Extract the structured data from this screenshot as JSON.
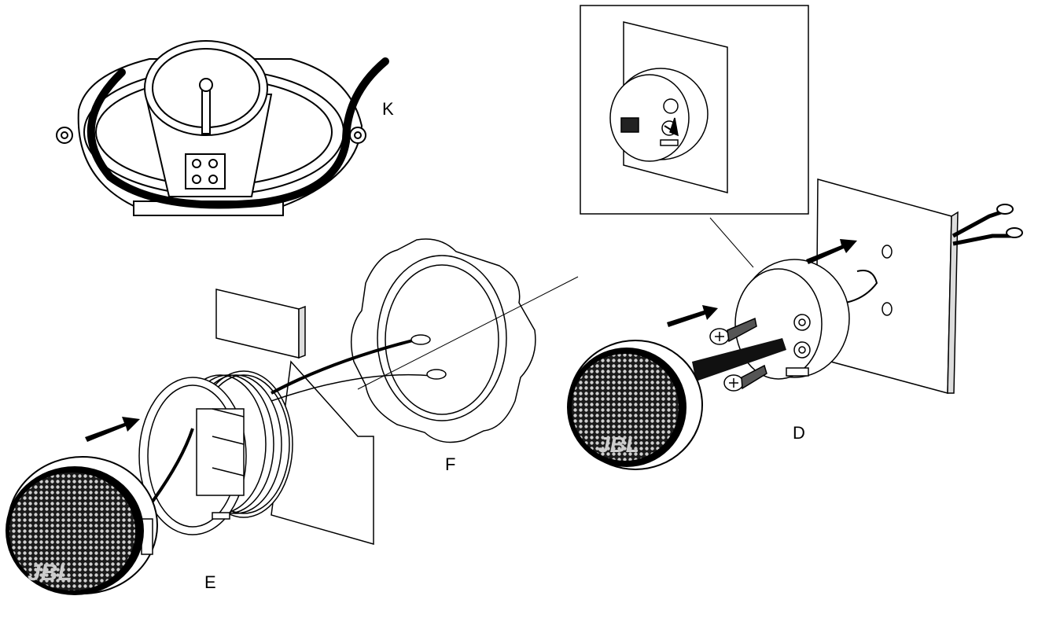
{
  "labels": {
    "k": "K",
    "e": "E",
    "f": "F",
    "d": "D"
  },
  "brand": {
    "logo_text": "JBL"
  },
  "colors": {
    "line": "#000000",
    "grille": "#1a1a1a",
    "background": "#ffffff"
  }
}
